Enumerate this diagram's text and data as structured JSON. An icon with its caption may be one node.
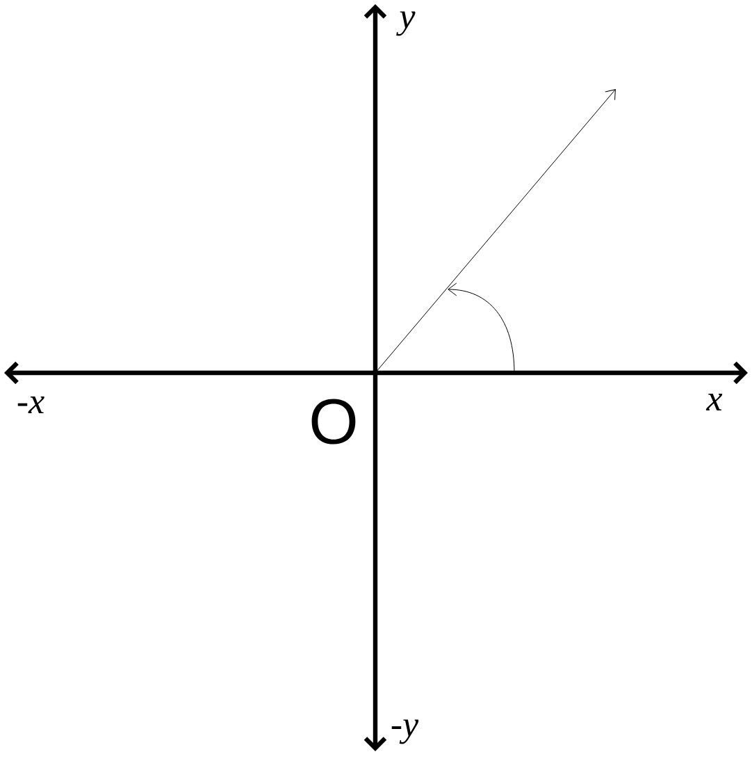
{
  "diagram": {
    "labels": [
      "y",
      "-x",
      "x",
      "O",
      "-y"
    ]
  }
}
